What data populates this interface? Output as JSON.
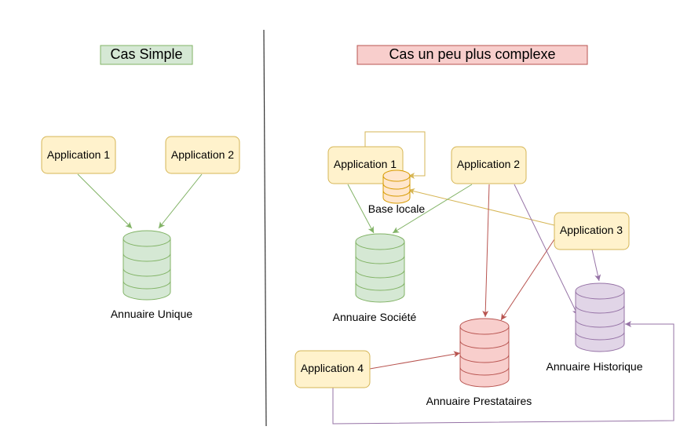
{
  "titles": {
    "simple": "Cas Simple",
    "complex": "Cas un peu plus complexe"
  },
  "simple_case": {
    "app1": "Application 1",
    "app2": "Application 2",
    "db": "Annuaire Unique"
  },
  "complex_case": {
    "app1": "Application 1",
    "app2": "Application 2",
    "app3": "Application 3",
    "app4": "Application 4",
    "local_db": "Base locale",
    "db_societe": "Annuaire Société",
    "db_prestataires": "Annuaire Prestataires",
    "db_historique": "Annuaire Historique"
  },
  "colors": {
    "app_fill": "#fff2cc",
    "app_stroke": "#d6b656",
    "green_fill": "#d5e8d4",
    "green_stroke": "#82b366",
    "red_fill": "#f8cecc",
    "red_stroke": "#b85450",
    "purple_fill": "#e1d5e7",
    "purple_stroke": "#9673a6",
    "local_fill": "#ffe6cc",
    "local_stroke": "#d79b00"
  }
}
